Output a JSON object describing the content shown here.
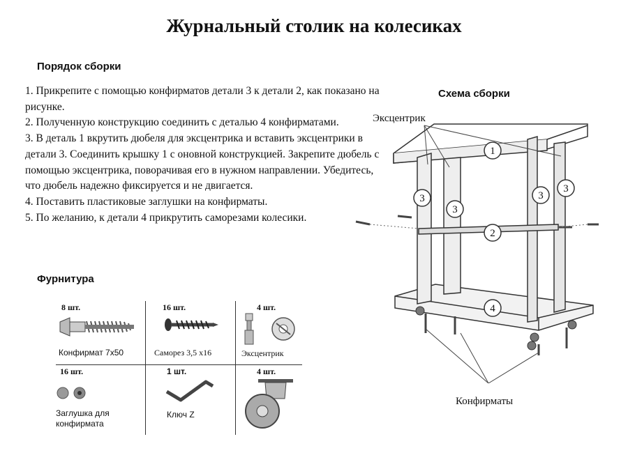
{
  "title": "Журнальный столик на колесиках",
  "steps_heading": "Порядок сборки",
  "steps": [
    "1.  Прикрепите с помощью  конфирматов  детали 3 к детали 2, как показано на рисунке.",
    " 2. Полученную конструкцию соединить с деталью 4 конфирматами.",
    "3. В деталь 1 вкрутить дюбеля для эксцентрика и вставить эксцентрики в детали 3. Соединить крышку 1 с оновной конструкцией. Закрепите дюбель с помощью эксцентрика, поворачивая его в нужном направлении. Убедитесь, что дюбель надежно фиксируется и не двигается.",
    "4. Поставить пластиковые заглушки на конфирматы.",
    "5.  По желанию, к детали 4 прикрутить саморезами колесики."
  ],
  "hardware_heading": "Фурнитура",
  "hardware": [
    {
      "qty": "8 шт.",
      "name": "Конфирмат 7x50",
      "icon": "confirmat-screw-icon"
    },
    {
      "qty": "16 шт.",
      "name": "Саморез 3,5 x16",
      "icon": "wood-screw-icon"
    },
    {
      "qty": "4 шт.",
      "name": "Эксцентрик",
      "icon": "eccentric-icon"
    },
    {
      "qty": "16 шт.",
      "name": "Заглушка для конфирмата",
      "icon": "cap-plug-icon"
    },
    {
      "qty": "1 шт.",
      "name": "Ключ Z",
      "icon": "hex-key-icon"
    },
    {
      "qty": "4 шт.",
      "name": "",
      "icon": "caster-wheel-icon"
    }
  ],
  "scheme": {
    "heading": "Схема сборки",
    "label_eccentric": "Эксцентрик",
    "label_confirmats": "Конфирматы",
    "part_numbers": [
      "1",
      "2",
      "3",
      "3",
      "3",
      "3",
      "4"
    ]
  }
}
